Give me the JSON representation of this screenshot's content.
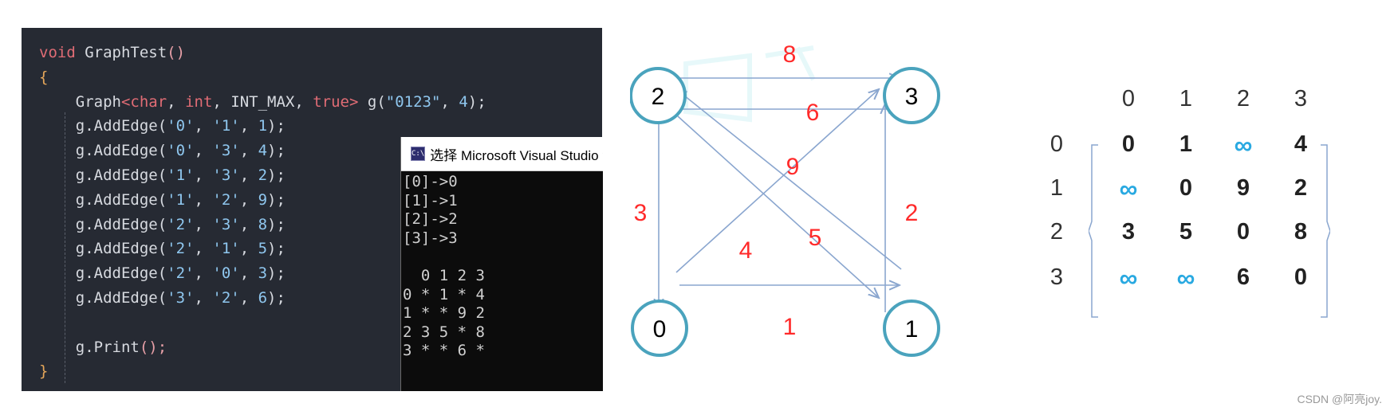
{
  "editor": {
    "lines": [
      [
        {
          "t": "void ",
          "c": "kw"
        },
        {
          "t": "GraphTest",
          "c": "fn"
        },
        {
          "t": "()",
          "c": "par"
        }
      ],
      [
        {
          "t": "{",
          "c": "brace"
        }
      ],
      [
        {
          "t": "    Graph",
          "c": "plain"
        },
        {
          "t": "<",
          "c": "angle"
        },
        {
          "t": "char",
          "c": "kw"
        },
        {
          "t": ", ",
          "c": "plain"
        },
        {
          "t": "int",
          "c": "kw"
        },
        {
          "t": ", INT_MAX, ",
          "c": "plain"
        },
        {
          "t": "true",
          "c": "kw"
        },
        {
          "t": "> ",
          "c": "angle"
        },
        {
          "t": "g(",
          "c": "plain"
        },
        {
          "t": "\"0123\"",
          "c": "str"
        },
        {
          "t": ", ",
          "c": "plain"
        },
        {
          "t": "4",
          "c": "num"
        },
        {
          "t": ");",
          "c": "plain"
        }
      ],
      [
        {
          "t": "    g.AddEdge(",
          "c": "plain"
        },
        {
          "t": "'0'",
          "c": "str"
        },
        {
          "t": ", ",
          "c": "plain"
        },
        {
          "t": "'1'",
          "c": "str"
        },
        {
          "t": ", ",
          "c": "plain"
        },
        {
          "t": "1",
          "c": "num"
        },
        {
          "t": ");",
          "c": "plain"
        }
      ],
      [
        {
          "t": "    g.AddEdge(",
          "c": "plain"
        },
        {
          "t": "'0'",
          "c": "str"
        },
        {
          "t": ", ",
          "c": "plain"
        },
        {
          "t": "'3'",
          "c": "str"
        },
        {
          "t": ", ",
          "c": "plain"
        },
        {
          "t": "4",
          "c": "num"
        },
        {
          "t": ");",
          "c": "plain"
        }
      ],
      [
        {
          "t": "    g.AddEdge(",
          "c": "plain"
        },
        {
          "t": "'1'",
          "c": "str"
        },
        {
          "t": ", ",
          "c": "plain"
        },
        {
          "t": "'3'",
          "c": "str"
        },
        {
          "t": ", ",
          "c": "plain"
        },
        {
          "t": "2",
          "c": "num"
        },
        {
          "t": ");",
          "c": "plain"
        }
      ],
      [
        {
          "t": "    g.AddEdge(",
          "c": "plain"
        },
        {
          "t": "'1'",
          "c": "str"
        },
        {
          "t": ", ",
          "c": "plain"
        },
        {
          "t": "'2'",
          "c": "str"
        },
        {
          "t": ", ",
          "c": "plain"
        },
        {
          "t": "9",
          "c": "num"
        },
        {
          "t": ");",
          "c": "plain"
        }
      ],
      [
        {
          "t": "    g.AddEdge(",
          "c": "plain"
        },
        {
          "t": "'2'",
          "c": "str"
        },
        {
          "t": ", ",
          "c": "plain"
        },
        {
          "t": "'3'",
          "c": "str"
        },
        {
          "t": ", ",
          "c": "plain"
        },
        {
          "t": "8",
          "c": "num"
        },
        {
          "t": ");",
          "c": "plain"
        }
      ],
      [
        {
          "t": "    g.AddEdge(",
          "c": "plain"
        },
        {
          "t": "'2'",
          "c": "str"
        },
        {
          "t": ", ",
          "c": "plain"
        },
        {
          "t": "'1'",
          "c": "str"
        },
        {
          "t": ", ",
          "c": "plain"
        },
        {
          "t": "5",
          "c": "num"
        },
        {
          "t": ");",
          "c": "plain"
        }
      ],
      [
        {
          "t": "    g.AddEdge(",
          "c": "plain"
        },
        {
          "t": "'2'",
          "c": "str"
        },
        {
          "t": ", ",
          "c": "plain"
        },
        {
          "t": "'0'",
          "c": "str"
        },
        {
          "t": ", ",
          "c": "plain"
        },
        {
          "t": "3",
          "c": "num"
        },
        {
          "t": ");",
          "c": "plain"
        }
      ],
      [
        {
          "t": "    g.AddEdge(",
          "c": "plain"
        },
        {
          "t": "'3'",
          "c": "str"
        },
        {
          "t": ", ",
          "c": "plain"
        },
        {
          "t": "'2'",
          "c": "str"
        },
        {
          "t": ", ",
          "c": "plain"
        },
        {
          "t": "6",
          "c": "num"
        },
        {
          "t": ");",
          "c": "plain"
        }
      ],
      [
        {
          "t": "",
          "c": "plain"
        }
      ],
      [
        {
          "t": "    g.Print",
          "c": "plain"
        },
        {
          "t": "();",
          "c": "par"
        }
      ],
      [
        {
          "t": "}",
          "c": "brace"
        }
      ]
    ]
  },
  "console": {
    "icon_label": "C:\\",
    "title": "选择 Microsoft Visual Studio 调试控制台",
    "lines": [
      "[0]->0",
      "[1]->1",
      "[2]->2",
      "[3]->3",
      "",
      "  0 1 2 3",
      "0 * 1 * 4",
      "1 * * 9 2",
      "2 3 5 * 8",
      "3 * * 6 *"
    ]
  },
  "graph": {
    "nodes": [
      {
        "id": "2",
        "label": "2"
      },
      {
        "id": "3",
        "label": "3"
      },
      {
        "id": "0",
        "label": "0"
      },
      {
        "id": "1",
        "label": "1"
      }
    ],
    "edge_labels": {
      "w8": "8",
      "w6": "6",
      "w9": "9",
      "w3": "3",
      "w2": "2",
      "w4": "4",
      "w5": "5",
      "w1": "1"
    },
    "node_stroke": "#4aa3bd",
    "edge_color": "#8aa6cf",
    "label_color": "#ff2a2a"
  },
  "matrix": {
    "col_headers": [
      "0",
      "1",
      "2",
      "3"
    ],
    "row_headers": [
      "0",
      "1",
      "2",
      "3"
    ],
    "rows": [
      [
        "0",
        "1",
        "∞",
        "4"
      ],
      [
        "∞",
        "0",
        "9",
        "2"
      ],
      [
        "3",
        "5",
        "0",
        "8"
      ],
      [
        "∞",
        "∞",
        "6",
        "0"
      ]
    ],
    "inf_color": "#29a9e1"
  },
  "watermark": "CSDN @阿亮joy."
}
